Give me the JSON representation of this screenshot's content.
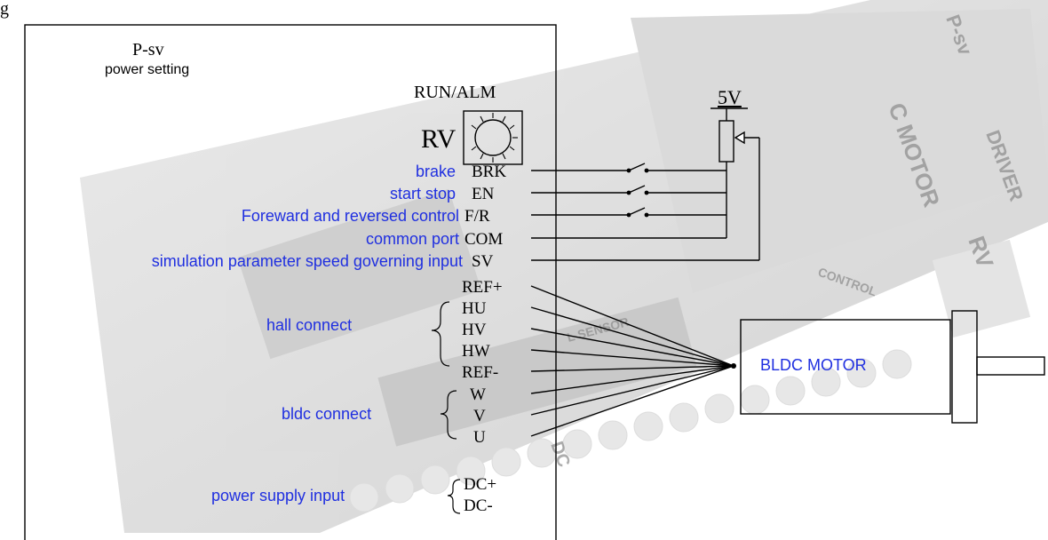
{
  "top_caption": "g",
  "driver": {
    "model": "P-sv",
    "power_setting": "power setting",
    "run_alm": "RUN/ALM",
    "rv": "RV"
  },
  "pins": [
    "BRK",
    "EN",
    "F/R",
    "COM",
    "SV",
    "REF+",
    "HU",
    "HV",
    "HW",
    "REF-",
    "W",
    "V",
    "U",
    "DC+",
    "DC-"
  ],
  "labels": {
    "brake": "brake",
    "start_stop": "start stop",
    "forward_reverse": "Foreward and reversed control",
    "common_port": "common port",
    "speed_input": "simulation parameter speed governing input",
    "hall_connect": "hall connect",
    "bldc_connect": "bldc connect",
    "power_supply": "power supply input"
  },
  "potentiometer": {
    "voltage": "5V"
  },
  "motor": {
    "label": "BLDC MOTOR"
  },
  "background_print": {
    "c_motor": "C MOTOR",
    "p_sv": "P-sv",
    "driver": "DRIVER",
    "control": "CONTROL",
    "sensor": "L SENSOR",
    "rv": "RV",
    "dc": "DC"
  },
  "colors": {
    "label_blue": "#1f2fe0",
    "line": "#000000",
    "board": "#3a3a3a"
  }
}
